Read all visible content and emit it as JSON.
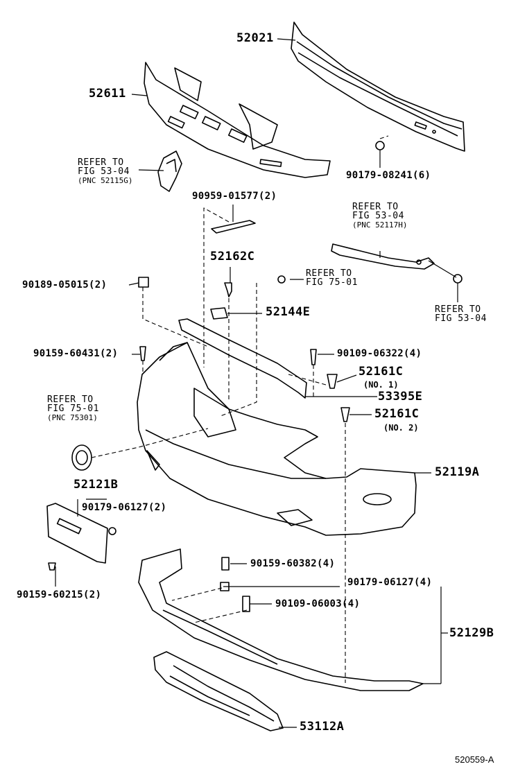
{
  "parts": {
    "p52021": "52021",
    "p52611": "52611",
    "p90179_08241": "90179-08241(6)",
    "p90959_01577": "90959-01577(2)",
    "p52162C": "52162C",
    "p90189_05015": "90189-05015(2)",
    "p52144E": "52144E",
    "p90159_60431": "90159-60431(2)",
    "p90109_06322": "90109-06322(4)",
    "p52161C_1": "52161C",
    "p52161C_1_no": "(NO. 1)",
    "p53395E": "53395E",
    "p52161C_2": "52161C",
    "p52161C_2_no": "(NO. 2)",
    "p52119A": "52119A",
    "p52121B": "52121B",
    "p90179_06127_2": "90179-06127(2)",
    "p90159_60382": "90159-60382(4)",
    "p90179_06127_4": "90179-06127(4)",
    "p90159_60215": "90159-60215(2)",
    "p90109_06003": "90109-06003(4)",
    "p52129B": "52129B",
    "p53112A": "53112A"
  },
  "refs": {
    "r1_a": "REFER TO",
    "r1_b": "FIG 53-04",
    "r1_c": "(PNC 52115G)",
    "r2_a": "REFER TO",
    "r2_b": "FIG 53-04",
    "r2_c": "(PNC 52117H)",
    "r3_a": "REFER TO",
    "r3_b": "FIG 75-01",
    "r4_a": "REFER TO",
    "r4_b": "FIG 53-04",
    "r5_a": "REFER TO",
    "r5_b": "FIG 75-01",
    "r5_c": "(PNC 75301)"
  },
  "figure_code": "520559-A"
}
